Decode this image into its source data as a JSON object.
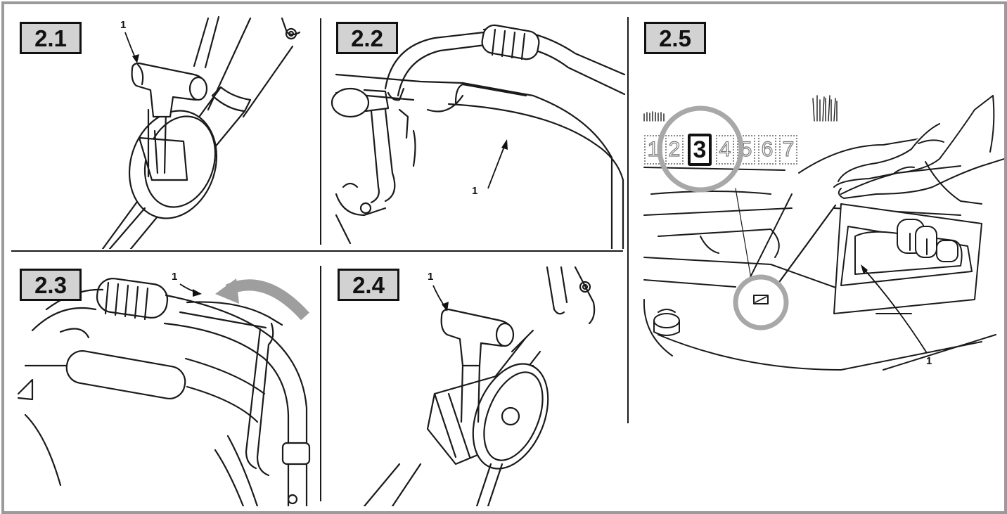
{
  "panels": [
    {
      "id": "2.1",
      "label": "2.1",
      "callout": "1"
    },
    {
      "id": "2.2",
      "label": "2.2",
      "callout": "1"
    },
    {
      "id": "2.3",
      "label": "2.3",
      "callout": "1"
    },
    {
      "id": "2.4",
      "label": "2.4",
      "callout": "1"
    },
    {
      "id": "2.5",
      "label": "2.5",
      "callout": "1"
    }
  ],
  "gear_scale": {
    "positions": [
      "1",
      "2",
      "3",
      "4",
      "5",
      "6",
      "7"
    ],
    "selected": "3"
  },
  "colors": {
    "frame": "#9a9a9a",
    "label_fill": "#d2d2d2",
    "line_art": "#1a1a1a",
    "highlight_circle": "#a8a8a8",
    "rotation_arrow": "#9e9e9e"
  }
}
